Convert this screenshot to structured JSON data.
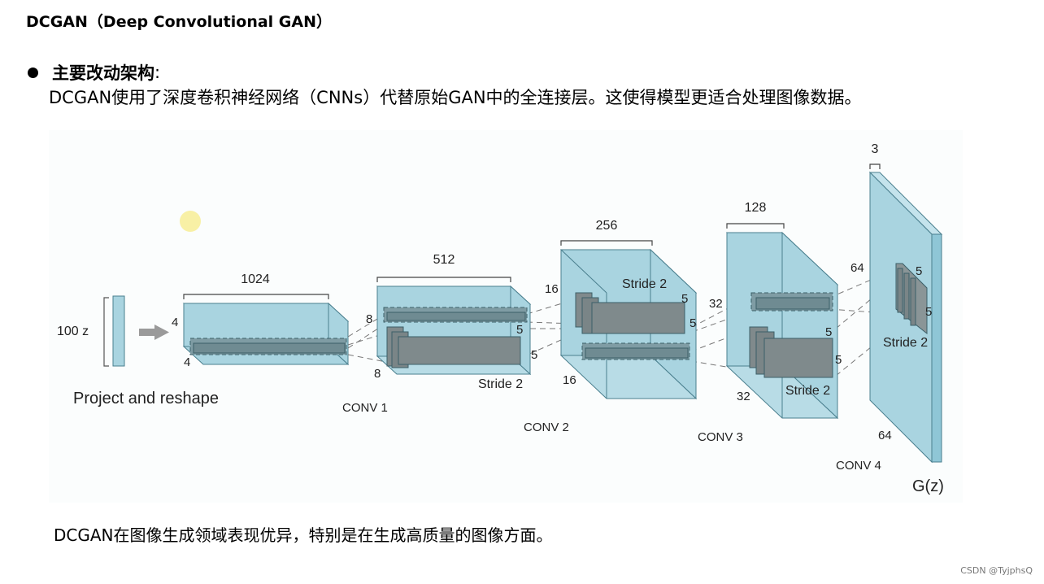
{
  "title": "DCGAN（Deep Convolutional GAN）",
  "bullet": {
    "heading": "主要改动架构",
    "colon": ":",
    "body": "DCGAN使用了深度卷积神经网络（CNNs）代替原始GAN中的全连接层。这使得模型更适合处理图像数据。"
  },
  "diagram": {
    "input_label": "100 z",
    "project_label": "Project and reshape",
    "conv1_label": "CONV 1",
    "conv2_label": "CONV 2",
    "conv3_label": "CONV 3",
    "conv4_label": "CONV 4",
    "output_label": "G(z)",
    "block0": {
      "channels": "1024",
      "h": "4",
      "w": "4"
    },
    "block1": {
      "channels": "512",
      "h": "8",
      "w": "8",
      "k1": "5",
      "k2": "5",
      "stride": "Stride 2"
    },
    "block2": {
      "channels": "256",
      "h": "16",
      "w": "16",
      "k1": "5",
      "k2": "5",
      "stride": "Stride 2"
    },
    "block3": {
      "channels": "128",
      "h": "32",
      "w": "32",
      "k1": "5",
      "k2": "5",
      "stride": "Stride 2"
    },
    "block4": {
      "channels": "3",
      "h": "64",
      "w": "64",
      "k1": "5",
      "k2": "5",
      "stride": "Stride 2"
    },
    "colors": {
      "block_fill": "#a9d4e0",
      "block_face": "#c4e3ec",
      "block_stroke": "#4a7f8e",
      "kernel_fill": "#7f8a8c",
      "arrow": "#9a9a9a"
    }
  },
  "conclusion": "DCGAN在图像生成领域表现优异，特别是在生成高质量的图像方面。",
  "watermark": "CSDN @TyjphsQ"
}
